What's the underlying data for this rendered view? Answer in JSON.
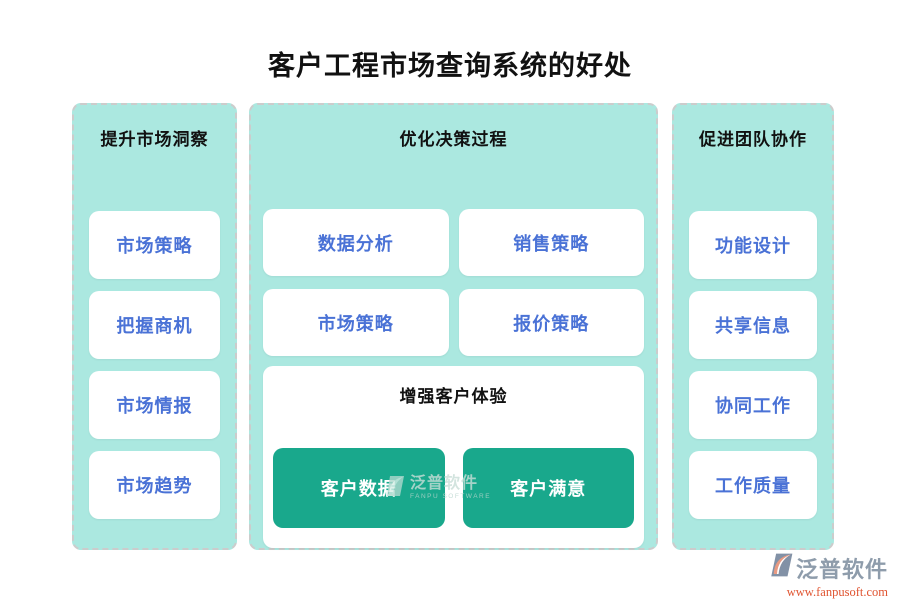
{
  "title": "客户工程市场查询系统的好处",
  "colors": {
    "title_text": "#111111",
    "header_text": "#111111",
    "panel_bg": "#abe8e0",
    "panel_border": "#cccccc",
    "card_text": "#4a72d6",
    "button_bg": "#19a88c",
    "button_text": "#ffffff",
    "logo_text": "#8e9cab",
    "logo_url": "#e0532f"
  },
  "columns": {
    "left": {
      "header": "提升市场洞察",
      "items": [
        "市场策略",
        "把握商机",
        "市场情报",
        "市场趋势"
      ]
    },
    "middle": {
      "header": "优化决策过程",
      "cards": [
        "数据分析",
        "销售策略",
        "市场策略",
        "报价策略"
      ],
      "subsection": {
        "header": "增强客户体验",
        "buttons": [
          "客户数据",
          "客户满意"
        ]
      }
    },
    "right": {
      "header": "促进团队协作",
      "items": [
        "功能设计",
        "共享信息",
        "协同工作",
        "工作质量"
      ]
    }
  },
  "watermark": {
    "name": "泛普软件",
    "subtext": "FANPU SOFTWARE"
  },
  "footer_logo": {
    "name": "泛普软件",
    "url": "www.fanpusoft.com"
  }
}
